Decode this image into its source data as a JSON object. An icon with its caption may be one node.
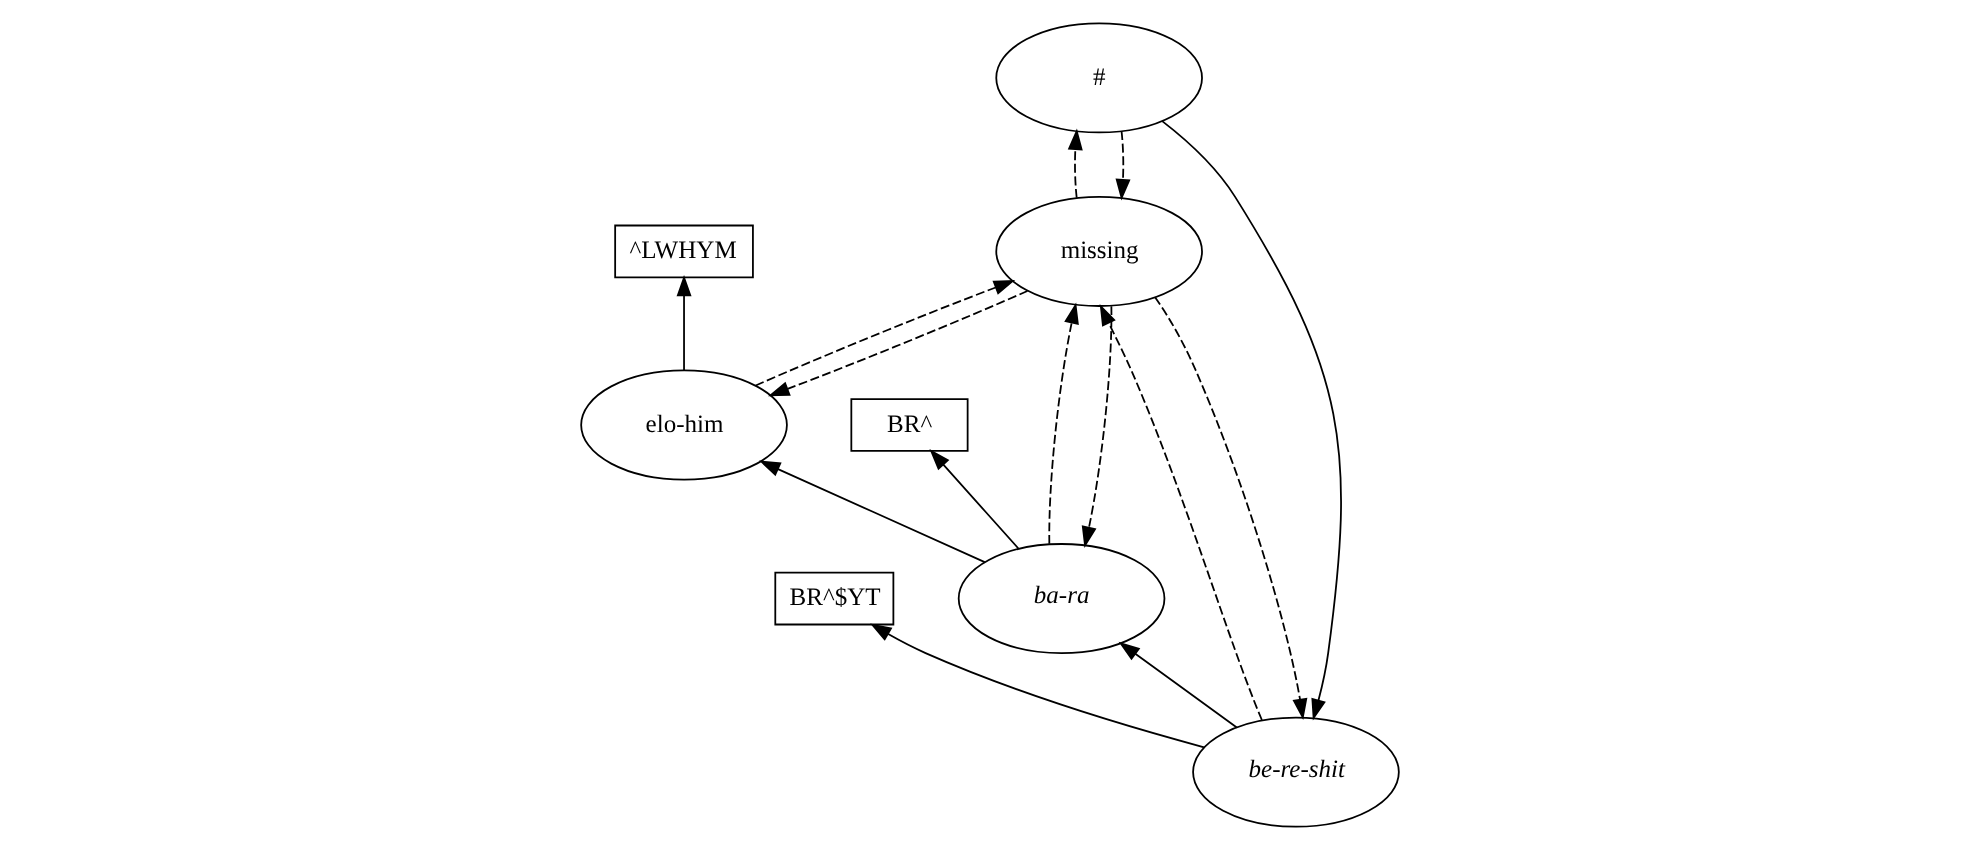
{
  "diagram": {
    "nodes": [
      {
        "text": [
          "BR^$YT"
        ]
      },
      {
        "text": [
          "BR^"
        ]
      },
      {
        "text": [
          "be-re-shit"
        ]
      },
      {
        "text": [
          "ba-ra"
        ]
      },
      {
        "text": [
          "elo-him"
        ]
      },
      {
        "text": [
          "#"
        ]
      },
      {
        "text": [
          "missing"
        ]
      },
      {
        "text": [
          "^LWHYM"
        ]
      }
    ],
    "edges": [
      {
        "from": 5,
        "to": 2,
        "arrow": "to"
      },
      {
        "from": 2,
        "to": 0,
        "arrow": "to"
      },
      {
        "from": 2,
        "to": 3,
        "arrow": "to"
      },
      {
        "from": 3,
        "to": 1,
        "arrow": "to"
      },
      {
        "from": 3,
        "to": 4,
        "arrow": "to"
      },
      {
        "from": 4,
        "to": 7,
        "arrow": "to"
      },
      {
        "from": 2,
        "to": 6,
        "arrow": "to",
        "style": "dashed"
      },
      {
        "from": 6,
        "to": 2,
        "arrow": "to",
        "style": "dashed"
      },
      {
        "from": 3,
        "to": 6,
        "arrow": "to",
        "style": "dashed"
      },
      {
        "from": 6,
        "to": 3,
        "arrow": "to",
        "style": "dashed"
      },
      {
        "from": 6,
        "to": 4,
        "arrow": "to",
        "style": "dashed"
      },
      {
        "from": 4,
        "to": 6,
        "arrow": "to",
        "style": "dashed"
      },
      {
        "from": 6,
        "to": 5,
        "arrow": "to",
        "style": "dashed"
      },
      {
        "from": 5,
        "to": 6,
        "arrow": "to",
        "style": "dashed"
      }
    ]
  }
}
